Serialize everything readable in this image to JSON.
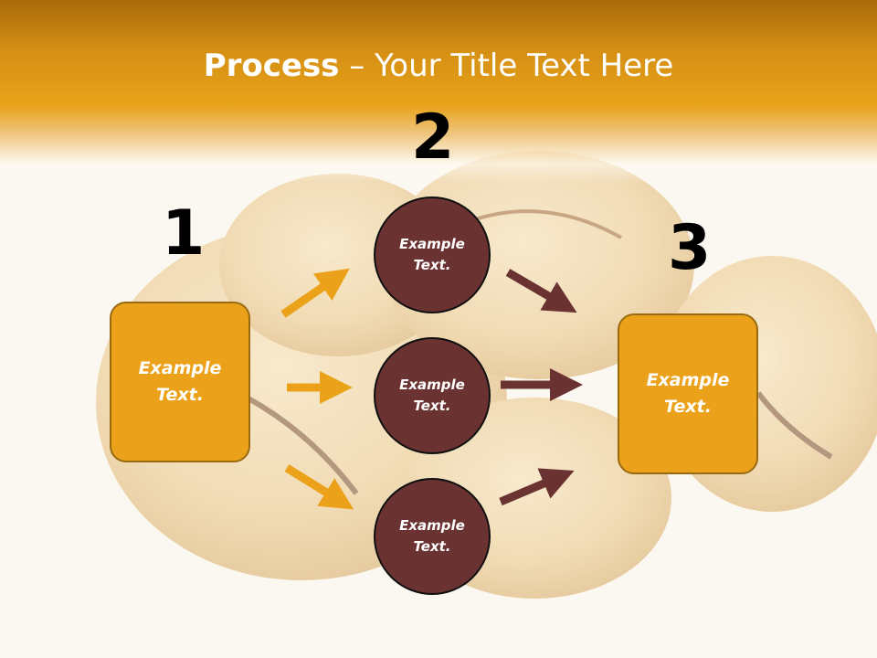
{
  "title": {
    "bold": "Process",
    "rest": " – Your Title Text Here"
  },
  "numbers": [
    "1",
    "2",
    "3"
  ],
  "left_box": {
    "label": "Example Text."
  },
  "circles": [
    {
      "label": "Example Text."
    },
    {
      "label": "Example Text."
    },
    {
      "label": "Example Text."
    }
  ],
  "right_box": {
    "label": "Example Text."
  },
  "colors": {
    "header": "#e8a21a",
    "box_fill": "#eba21a",
    "circle_fill": "#6b3232",
    "arrow_orange": "#eba21a",
    "arrow_brown": "#6b3232"
  }
}
